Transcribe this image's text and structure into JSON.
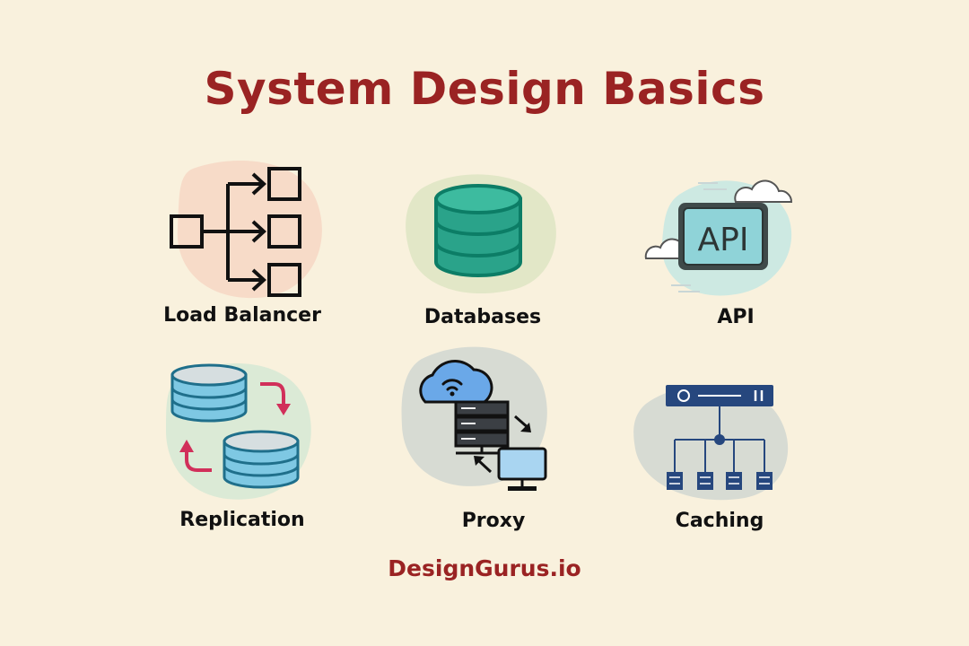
{
  "title": "System Design Basics",
  "items": [
    {
      "label": "Load Balancer",
      "icon": "load-balancer-icon"
    },
    {
      "label": "Databases",
      "icon": "database-icon"
    },
    {
      "label": "API",
      "icon": "api-icon"
    },
    {
      "label": "Replication",
      "icon": "replication-icon"
    },
    {
      "label": "Proxy",
      "icon": "proxy-icon"
    },
    {
      "label": "Caching",
      "icon": "caching-icon"
    }
  ],
  "colors": {
    "background": "#f9f1dd",
    "title": "#9a2323",
    "database_green": "#2aa38a",
    "api_blue": "#8fd3d8",
    "replication_blue": "#7ec8e3",
    "arrow_red": "#d12f5a",
    "caching_navy": "#26477e"
  },
  "footer": "DesignGurus.io"
}
